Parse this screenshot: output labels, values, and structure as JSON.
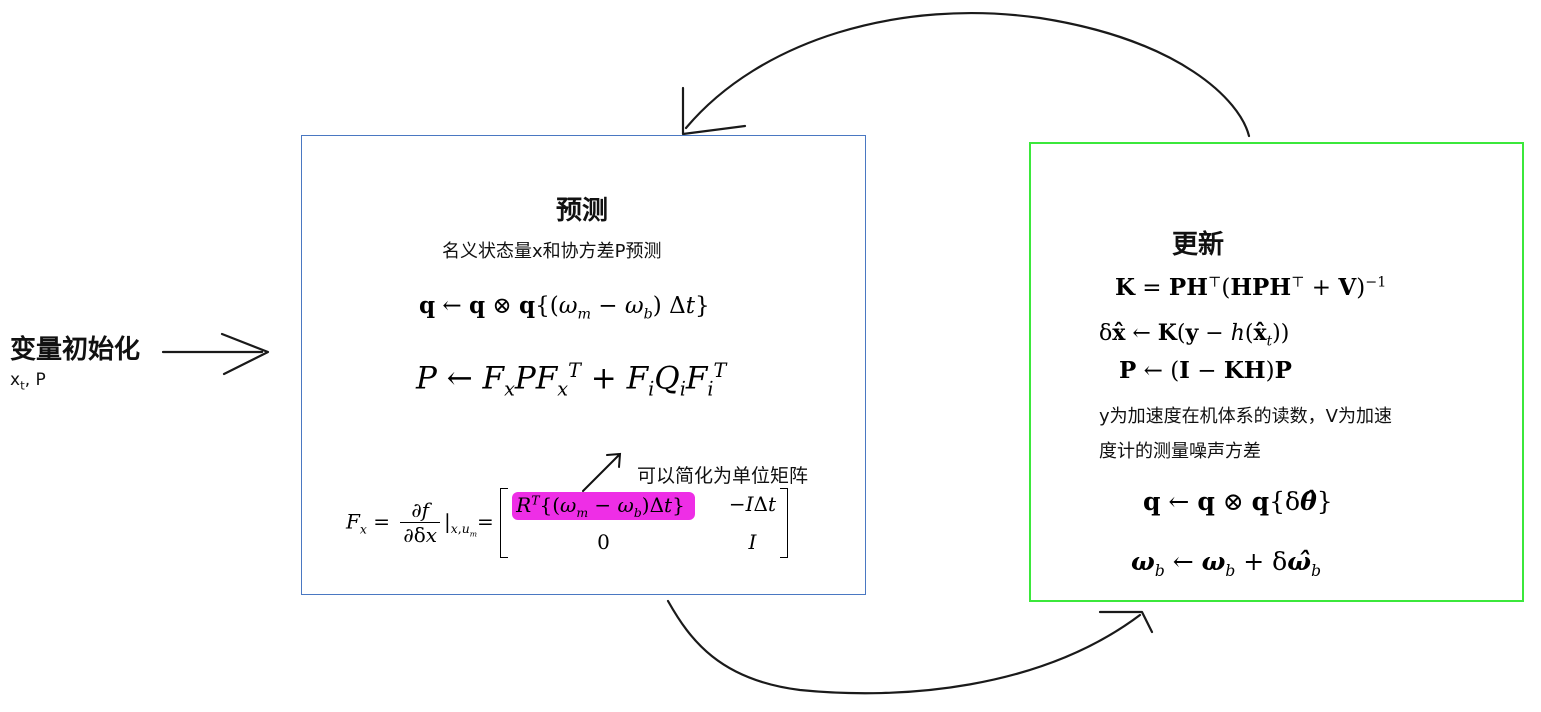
{
  "init": {
    "title": "变量初始化",
    "vars": "xt, P"
  },
  "predict": {
    "title": "预测",
    "subtitle": "名义状态量x和协方差P预测",
    "eq1": "q ← q ⊗ q{(ω_m − ω_b) Δt}",
    "eq2": "P ← F_x P F_x^T + F_i Q_i F_i^T",
    "eq3": "F_x = ∂f/∂δx |_{x,u_m} = [ R^T{(ω_m − ω_b)Δt}  −IΔt ; 0  I ]",
    "annotation": "可以简化为单位矩阵",
    "highlight_color": "#ee2ee6",
    "border_color": "#4a78c2"
  },
  "update": {
    "title": "更新",
    "eq1": "K = PH^⊤(HPH^⊤ + V)^−1",
    "eq2": "δx̂ ← K(y − h(x̂_t))",
    "eq3": "P ← (I − KH)P",
    "note_line1": "y为加速度在机体系的读数，V为加速",
    "note_line2": "度计的测量噪声方差",
    "eq4": "q ← q ⊗ q{δθ̂}",
    "eq5": "ω_b ← ω_b + δω̂_b",
    "border_color": "#3be83b"
  },
  "connectors": [
    "init-to-predict-arrow",
    "predict-to-update-arrow",
    "update-to-predict-arrow"
  ]
}
